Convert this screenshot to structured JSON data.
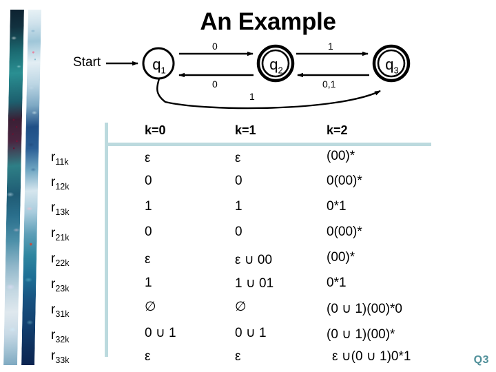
{
  "slide": {
    "title": "An Example",
    "footer_logo": "Q3",
    "accent_line_color": "#bcdade",
    "logo_color": "#4f8f99",
    "ink_color": "#000000"
  },
  "automaton": {
    "start_label": "Start",
    "states": [
      {
        "id": "q1",
        "name": "q",
        "sub": "1",
        "accepting": false
      },
      {
        "id": "q2",
        "name": "q",
        "sub": "2",
        "accepting": true
      },
      {
        "id": "q3",
        "name": "q",
        "sub": "3",
        "accepting": true
      }
    ],
    "transitions": [
      {
        "from": "q1",
        "to": "q2",
        "label": "0"
      },
      {
        "from": "q2",
        "to": "q1",
        "label": "0"
      },
      {
        "from": "q2",
        "to": "q3",
        "label": "1"
      },
      {
        "from": "q3",
        "to": "q2",
        "label": "0,1"
      },
      {
        "from": "q1",
        "to": "q3",
        "label": "1"
      }
    ]
  },
  "table": {
    "columns": [
      "k=0",
      "k=1",
      "k=2"
    ],
    "rows": [
      {
        "label": "r",
        "sub": "11k",
        "k0": "ε",
        "k1": "ε",
        "k2": "(00)*"
      },
      {
        "label": "r",
        "sub": "12k",
        "k0": "0",
        "k1": "0",
        "k2": "0(00)*"
      },
      {
        "label": "r",
        "sub": "13k",
        "k0": "1",
        "k1": "1",
        "k2": "0*1"
      },
      {
        "label": "r",
        "sub": "21k",
        "k0": "0",
        "k1": "0",
        "k2": "0(00)*"
      },
      {
        "label": "r",
        "sub": "22k",
        "k0": "ε",
        "k1": "ε ∪ 00",
        "k2": "(00)*"
      },
      {
        "label": "r",
        "sub": "23k",
        "k0": "1",
        "k1": "1 ∪ 01",
        "k2": "0*1"
      },
      {
        "label": "r",
        "sub": "31k",
        "k0": "∅",
        "k1": "∅",
        "k2": "(0 ∪ 1)(00)*0"
      },
      {
        "label": "r",
        "sub": "32k",
        "k0": "0 ∪ 1",
        "k1": "0 ∪ 1",
        "k2": "(0 ∪ 1)(00)*"
      },
      {
        "label": "r",
        "sub": "33k",
        "k0": "ε",
        "k1": "ε",
        "k2": "ε ∪(0 ∪ 1)0*1"
      }
    ]
  }
}
